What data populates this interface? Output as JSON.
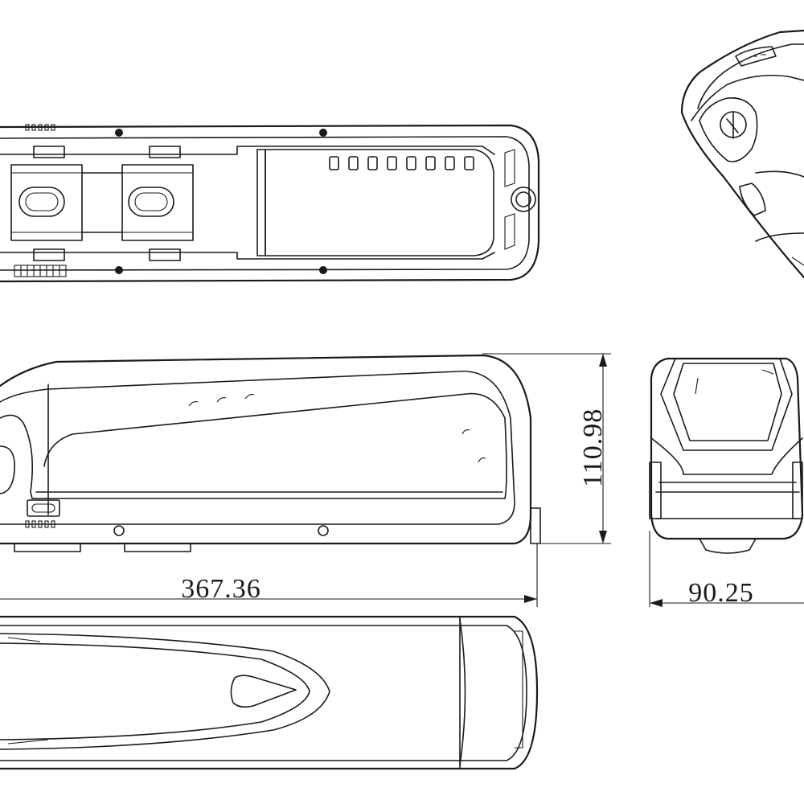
{
  "dimensions": {
    "length": "367.36",
    "height": "110.98",
    "width": "90.25"
  },
  "colors": {
    "line": "#1a1a1a",
    "background": "#ffffff"
  }
}
